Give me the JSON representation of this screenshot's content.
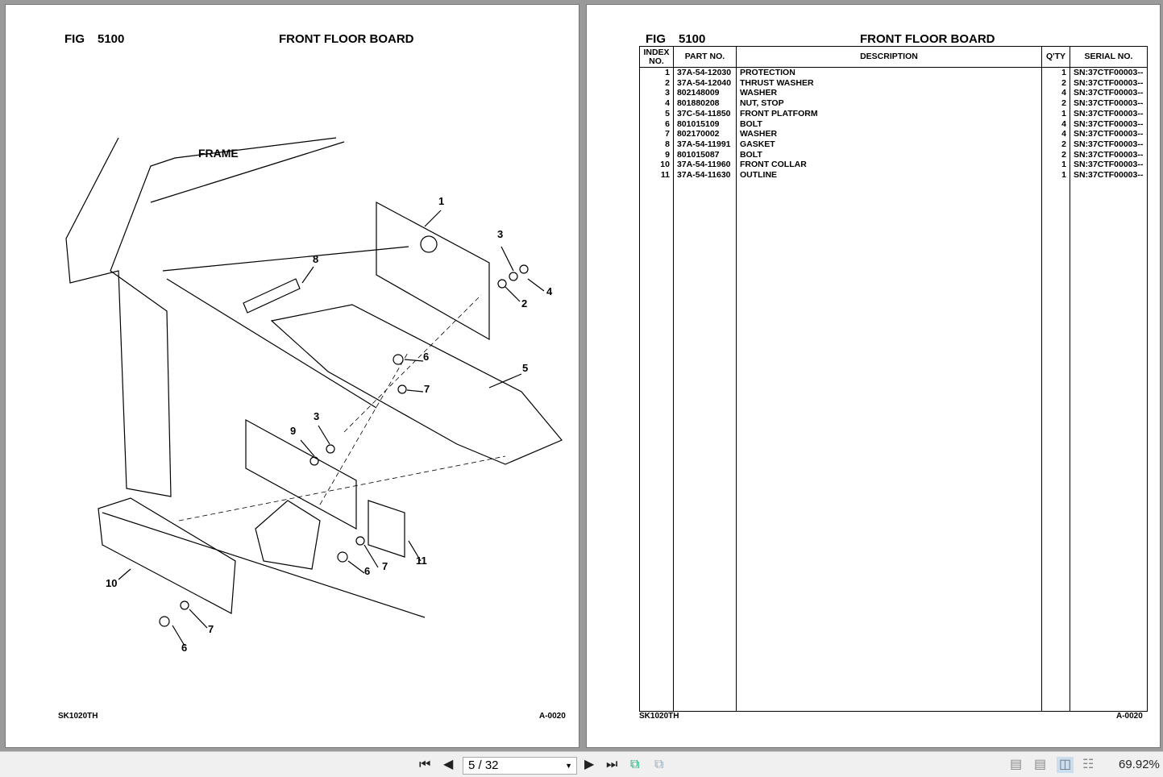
{
  "left_page": {
    "fig_label": "FIG",
    "fig_number": "5100",
    "title": "FRONT FLOOR BOARD",
    "frame_label": "FRAME",
    "model": "SK1020TH",
    "page_code": "A-0020",
    "callouts": [
      "1",
      "2",
      "3",
      "4",
      "5",
      "6",
      "7",
      "8",
      "9",
      "3",
      "10",
      "11",
      "6",
      "7",
      "7",
      "6"
    ]
  },
  "right_page": {
    "fig_label": "FIG",
    "fig_number": "5100",
    "title": "FRONT FLOOR BOARD",
    "model": "SK1020TH",
    "page_code": "A-0020",
    "headers": {
      "index": "INDEX NO.",
      "part": "PART NO.",
      "desc": "DESCRIPTION",
      "qty": "Q'TY",
      "serial": "SERIAL NO."
    },
    "rows": [
      {
        "i": "1",
        "p": "37A-54-12030",
        "d": "PROTECTION",
        "q": "1",
        "s": "SN:37CTF00003--"
      },
      {
        "i": "2",
        "p": "37A-54-12040",
        "d": "THRUST WASHER",
        "q": "2",
        "s": "SN:37CTF00003--"
      },
      {
        "i": "3",
        "p": "802148009",
        "d": "WASHER",
        "q": "4",
        "s": "SN:37CTF00003--"
      },
      {
        "i": "4",
        "p": "801880208",
        "d": "NUT, STOP",
        "q": "2",
        "s": "SN:37CTF00003--"
      },
      {
        "i": "5",
        "p": "37C-54-11850",
        "d": "FRONT PLATFORM",
        "q": "1",
        "s": "SN:37CTF00003--"
      },
      {
        "i": "6",
        "p": "801015109",
        "d": "BOLT",
        "q": "4",
        "s": "SN:37CTF00003--"
      },
      {
        "i": "7",
        "p": "802170002",
        "d": "WASHER",
        "q": "4",
        "s": "SN:37CTF00003--"
      },
      {
        "i": "8",
        "p": "37A-54-11991",
        "d": "GASKET",
        "q": "2",
        "s": "SN:37CTF00003--"
      },
      {
        "i": "9",
        "p": "801015087",
        "d": "BOLT",
        "q": "2",
        "s": "SN:37CTF00003--"
      },
      {
        "i": "10",
        "p": "37A-54-11960",
        "d": "FRONT COLLAR",
        "q": "1",
        "s": "SN:37CTF00003--"
      },
      {
        "i": "11",
        "p": "37A-54-11630",
        "d": "OUTLINE",
        "q": "1",
        "s": "SN:37CTF00003--"
      }
    ]
  },
  "toolbar": {
    "page_value": "5 / 32",
    "zoom": "69.92%"
  }
}
